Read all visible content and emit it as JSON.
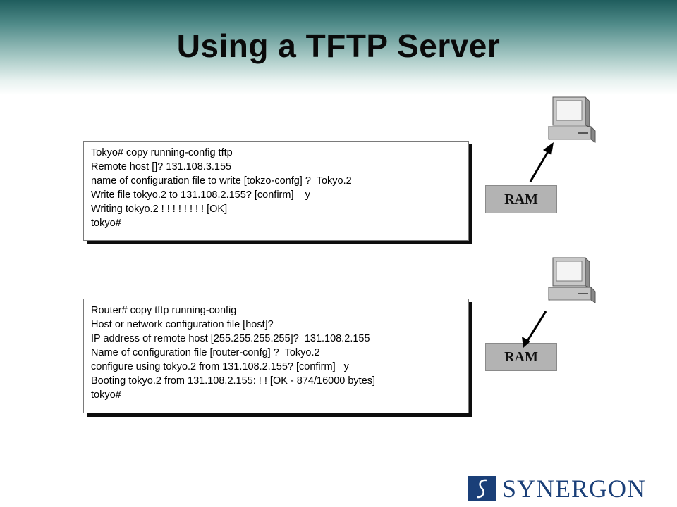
{
  "slide": {
    "title": "Using a TFTP Server"
  },
  "upload": {
    "lines": [
      "Tokyo# copy running-config tftp",
      "Remote host []? 131.108.3.155",
      "name of configuration file to write [tokzo-confg] ?  Tokyo.2",
      "Write file tokyo.2 to 131.108.2.155? [confirm]    y",
      "Writing tokyo.2 ! ! ! ! ! ! ! ! [OK]",
      "tokyo#"
    ],
    "ram_label": "RAM",
    "direction": "to-server"
  },
  "download": {
    "lines": [
      "Router# copy tftp running-config",
      "Host or network configuration file [host]?",
      "IP address of remote host [255.255.255.255]?  131.108.2.155",
      "Name of configuration file [router-confg] ?  Tokyo.2",
      "configure using tokyo.2 from 131.108.2.155? [confirm]   y",
      "Booting tokyo.2 from 131.108.2.155: ! ! [OK - 874/16000 bytes]",
      "tokyo#"
    ],
    "ram_label": "RAM",
    "direction": "from-server"
  },
  "logo": {
    "text": "SYNERGON",
    "color": "#1a3f78"
  },
  "icons": {
    "server": "computer-icon"
  }
}
